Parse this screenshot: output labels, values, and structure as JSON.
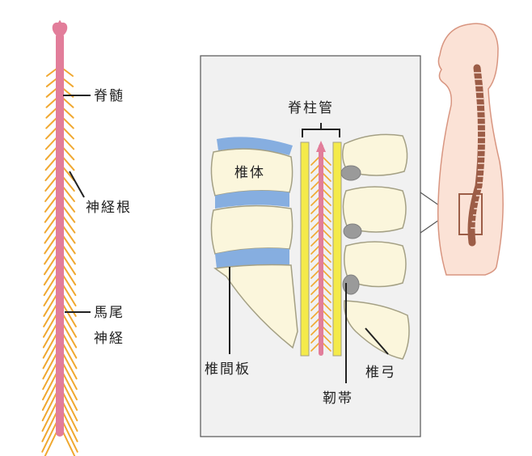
{
  "labels": {
    "spinal_cord": "脊髄",
    "nerve_root": "神経根",
    "cauda_line1": "馬尾",
    "cauda_line2": "神経",
    "spinal_canal": "脊柱管",
    "vertebral_body": "椎体",
    "intervertebral_disc": "椎間板",
    "ligament": "靭帯",
    "vertebral_arch": "椎弓"
  },
  "colors": {
    "spinal_cord": "#e27d9a",
    "nerve": "#f0a830",
    "bone_fill": "#fbf6dc",
    "bone_outline": "#a4a084",
    "disc": "#86aee0",
    "canal_wall": "#f4ea4a",
    "ligament_gray": "#9a9a9a",
    "panel_bg": "#f1f1f1",
    "body_skin": "#fbe2d6",
    "body_outline": "#d89580",
    "body_spine": "#9c5d47"
  },
  "icons": [
    "spinal-cord-figure",
    "human-body-silhouette"
  ]
}
